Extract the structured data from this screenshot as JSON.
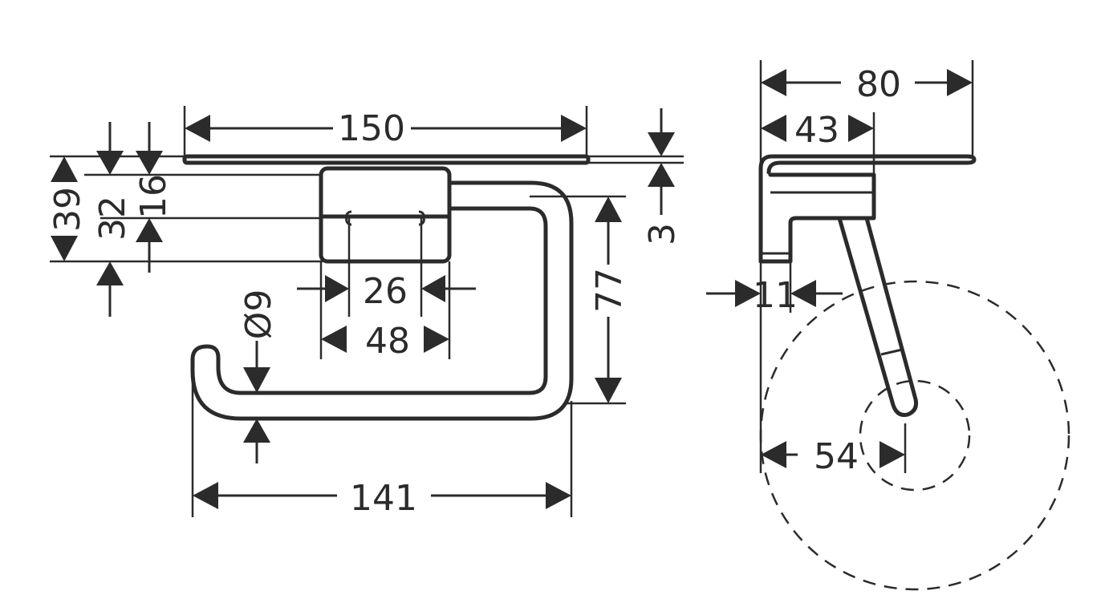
{
  "front_view": {
    "dimensions": {
      "width_top": "150",
      "height_total": "39",
      "height_block": "32",
      "height_mid": "16",
      "plate_thickness": "3",
      "hole_spacing": "26",
      "block_width": "48",
      "arm_height": "77",
      "rod_diameter": "Ø9",
      "arm_length": "141"
    }
  },
  "side_view": {
    "dimensions": {
      "depth_total": "80",
      "depth_block": "43",
      "wall_offset": "11",
      "roll_center": "54"
    }
  }
}
